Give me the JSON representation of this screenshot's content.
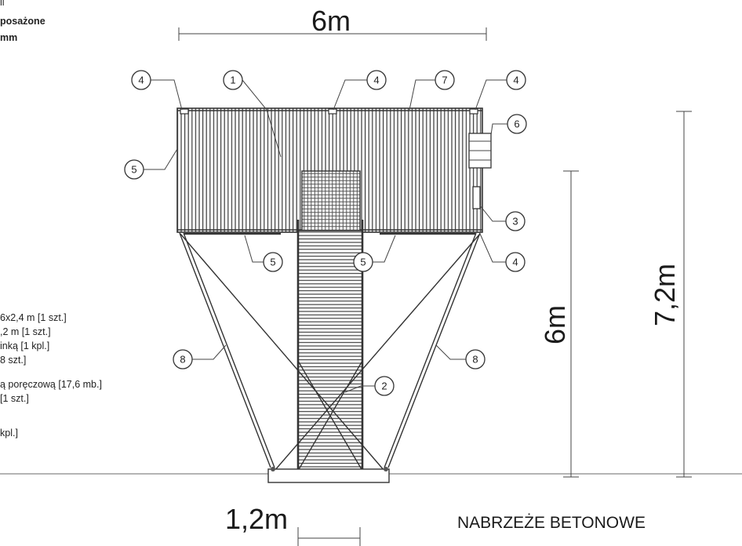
{
  "legend_top": [
    "ll",
    "posażone",
    "mm"
  ],
  "legend_items": [
    "6x2,4 m [1 szt.]",
    ",2 m [1 szt.]",
    "inką [1 kpl.]",
    "8 szt.]",
    "ą poręczową [17,6 mb.]",
    "[1 szt.]",
    "",
    "kpl.]"
  ],
  "dimensions": {
    "top_width": "6m",
    "left_height": "6m",
    "right_height": "7,2m",
    "bottom_width": "1,2m"
  },
  "caption": "NABRZEŻE BETONOWE",
  "callouts": {
    "c1": "1",
    "c2": "2",
    "c3": "3",
    "c4a": "4",
    "c4b": "4",
    "c4c": "4",
    "c4d": "4",
    "c5a": "5",
    "c5b": "5",
    "c5c": "5",
    "c6": "6",
    "c7": "7",
    "c8a": "8",
    "c8b": "8"
  }
}
